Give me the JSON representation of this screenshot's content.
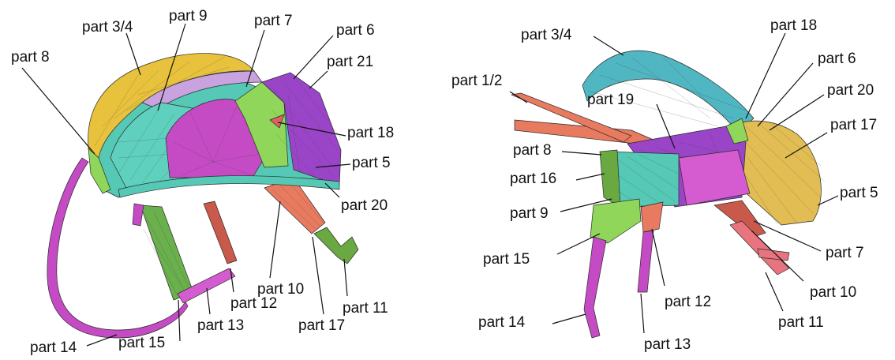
{
  "panels": [
    {
      "labels": {
        "p34": "part 3/4",
        "p9": "part 9",
        "p7": "part 7",
        "p6": "part 6",
        "p8": "part 8",
        "p21": "part 21",
        "p18": "part 18",
        "p5": "part 5",
        "p20": "part 20",
        "p10": "part 10",
        "p12": "part 12",
        "p11": "part 11",
        "p13": "part 13",
        "p17": "part 17",
        "p14": "part 14",
        "p15": "part 15"
      }
    },
    {
      "labels": {
        "p34": "part 3/4",
        "p18": "part 18",
        "p6": "part 6",
        "p12b": "part 1/2",
        "p20": "part 20",
        "p19": "part 19",
        "p17": "part 17",
        "p8": "part 8",
        "p16": "part 16",
        "p5": "part 5",
        "p9": "part 9",
        "p15": "part 15",
        "p7": "part 7",
        "p10": "part 10",
        "p12": "part 12",
        "p11": "part 11",
        "p14": "part 14",
        "p13": "part 13"
      }
    }
  ],
  "colors": {
    "yellow": "#e8c23c",
    "teal": "#55c9b5",
    "green": "#8fd65a",
    "magenta": "#c44bc4",
    "purple": "#9a45c8",
    "salmon": "#e87a5f",
    "tan": "#e2bd54",
    "skyteal": "#4fb6c2",
    "darkgreen": "#6aa842",
    "pink": "#d45bd0"
  }
}
